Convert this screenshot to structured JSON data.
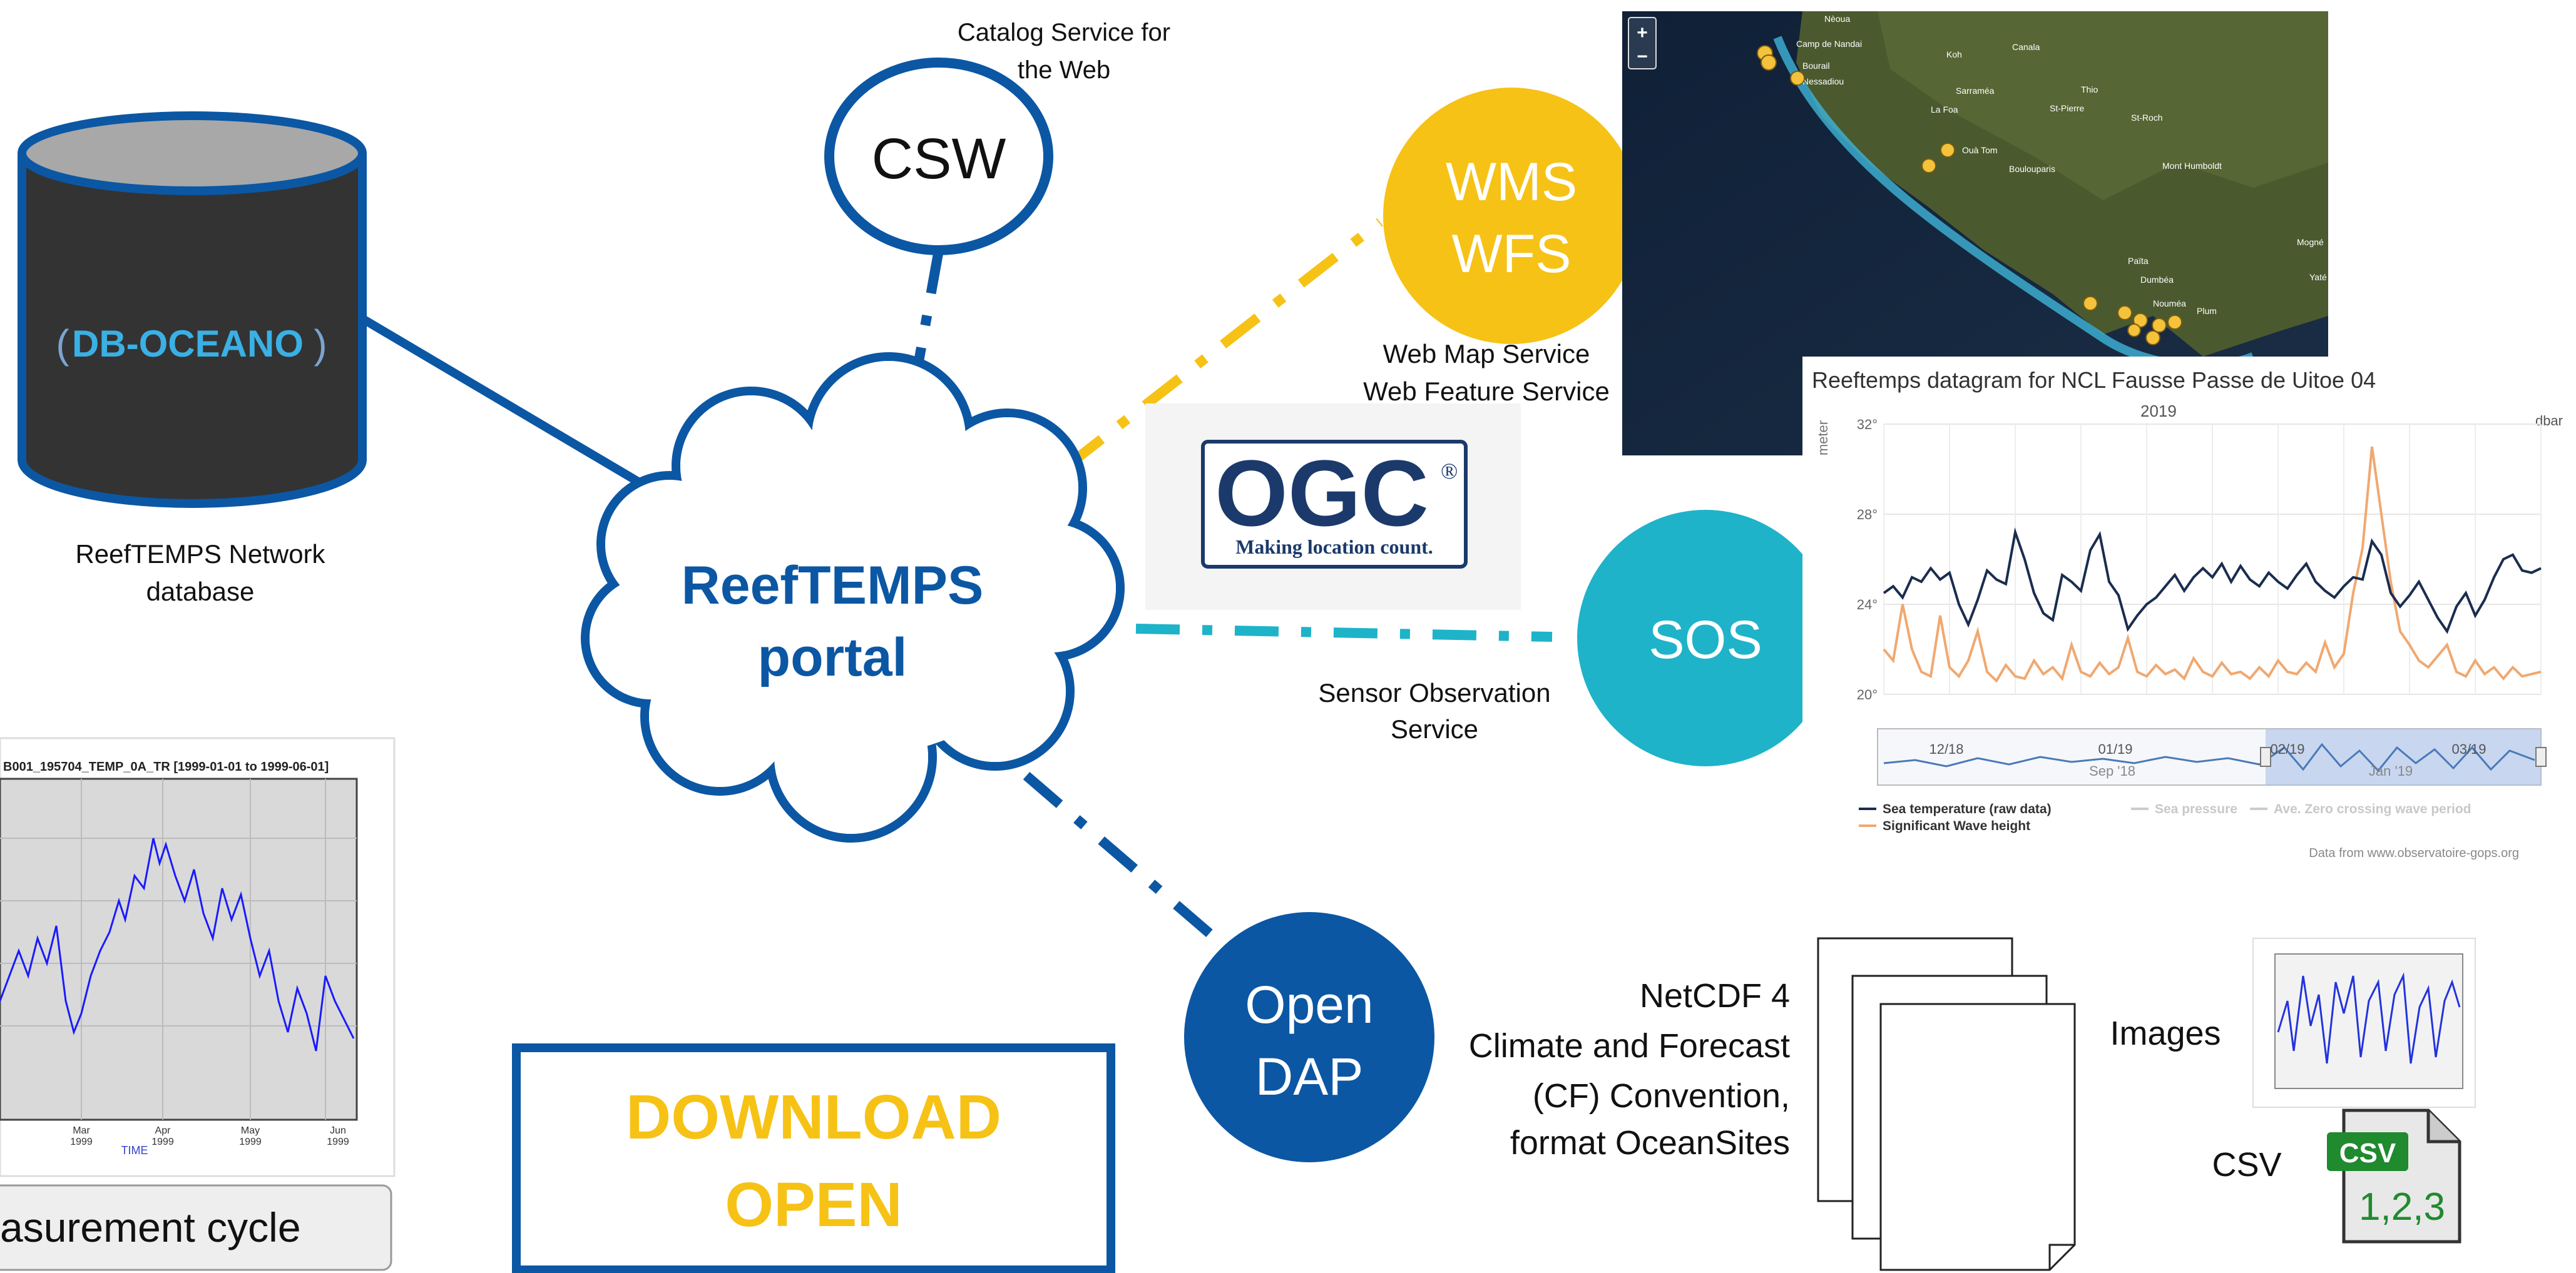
{
  "portal": {
    "line1": "ReefTEMPS",
    "line2": "portal"
  },
  "database": {
    "logo": "DB-OCEANO",
    "caption1": "ReefTEMPS Network",
    "caption2": "database"
  },
  "csw": {
    "label": "CSW",
    "desc1": "Catalog Service for",
    "desc2": "the Web"
  },
  "wms": {
    "line1": "WMS",
    "line2": "WFS",
    "desc1": "Web Map Service",
    "desc2": "Web Feature Service"
  },
  "ogc": {
    "logo": "OGC",
    "tagline": "Making location count."
  },
  "sos": {
    "label": "SOS",
    "desc1": "Sensor Observation",
    "desc2": "Service"
  },
  "opendap": {
    "line1": "Open",
    "line2": "DAP",
    "desc1": "NetCDF 4",
    "desc2": "Climate and Forecast",
    "desc3": "(CF) Convention,",
    "desc4": "format OceanSites"
  },
  "download": {
    "line1": "DOWNLOAD",
    "line2": "OPEN"
  },
  "outputs": {
    "images": "Images",
    "csv": "CSV",
    "csv_badge": "CSV",
    "csv_digits": "1,2,3"
  },
  "left_plot": {
    "title": "B001_195704_TEMP_0A_TR [1999-01-01 to 1999-06-01]",
    "xlabel": "TIME",
    "ticks": [
      "Mar\n1999",
      "Apr\n1999",
      "May\n1999",
      "Jun\n1999"
    ],
    "caption": "asurement cycle"
  },
  "map": {
    "zoom_in": "+",
    "zoom_out": "−",
    "places": [
      {
        "name": "Nèoua"
      },
      {
        "name": "Koh"
      },
      {
        "name": "Canala"
      },
      {
        "name": "Camp de Nandai"
      },
      {
        "name": "Bourail"
      },
      {
        "name": "Nessadiou"
      },
      {
        "name": "Sarraméa"
      },
      {
        "name": "Thio"
      },
      {
        "name": "La Foa"
      },
      {
        "name": "St-Pierre"
      },
      {
        "name": "St-Roch"
      },
      {
        "name": "Ouà Tom"
      },
      {
        "name": "Boulouparis"
      },
      {
        "name": "Mont Humboldt"
      },
      {
        "name": "Mogné"
      },
      {
        "name": "Païta"
      },
      {
        "name": "Dumbéa"
      },
      {
        "name": "Nouméa"
      },
      {
        "name": "Plum"
      },
      {
        "name": "Yaté"
      }
    ]
  },
  "chart_data": {
    "type": "line",
    "title": "Reeftemps datagram for NCL Fausse Passe de Uitoe 04",
    "subtitle": "2019",
    "ylabel": "meter",
    "y_right_label": "dbar",
    "y_ticks": [
      "32°",
      "28°",
      "24°",
      "20°"
    ],
    "ylim": [
      20,
      32
    ],
    "navigator_labels": [
      "12/18",
      "01/19",
      "02/19",
      "Sep '18",
      "Jan '19",
      "03/19"
    ],
    "series": [
      {
        "name": "Sea temperature (raw data)",
        "color": "#1a2d4f",
        "values": [
          24.5,
          24.8,
          24.3,
          25.2,
          25.0,
          25.6,
          25.1,
          25.4,
          24.0,
          23.1,
          24.2,
          25.5,
          25.1,
          24.9,
          27.2,
          26.0,
          24.5,
          23.6,
          23.3,
          25.3,
          25.0,
          24.6,
          26.4,
          27.1,
          25.0,
          24.4,
          22.9,
          23.5,
          24.0,
          24.3,
          24.8,
          25.3,
          24.6,
          25.2,
          25.6,
          25.2,
          25.8,
          25.0,
          25.7,
          25.1,
          24.8,
          25.4,
          25.0,
          24.7,
          25.3,
          25.8,
          25.0,
          24.6,
          24.3,
          24.8,
          25.2,
          25.1,
          26.8,
          26.2,
          24.5,
          23.9,
          24.4,
          25.0,
          24.2,
          23.4,
          22.8,
          23.9,
          24.5,
          23.5,
          24.2,
          25.2,
          26.0,
          26.2,
          25.5,
          25.4,
          25.6
        ]
      },
      {
        "name": "Significant Wave height",
        "color": "#f0a870",
        "values": [
          22.0,
          21.5,
          24.0,
          22.0,
          21.0,
          20.8,
          23.5,
          21.2,
          20.8,
          21.5,
          22.8,
          21.0,
          20.6,
          21.3,
          20.8,
          20.7,
          21.5,
          20.9,
          21.2,
          20.7,
          22.2,
          21.0,
          20.8,
          21.4,
          20.9,
          21.2,
          22.5,
          21.0,
          20.8,
          21.3,
          20.9,
          21.1,
          20.7,
          21.6,
          21.0,
          20.8,
          21.4,
          20.9,
          21.0,
          20.7,
          21.2,
          20.8,
          21.5,
          21.0,
          20.9,
          21.4,
          21.0,
          22.3,
          21.2,
          21.8,
          24.5,
          26.5,
          31.0,
          28.0,
          25.0,
          22.8,
          22.2,
          21.5,
          21.2,
          21.7,
          22.2,
          21.0,
          20.8,
          21.5,
          20.9,
          21.2,
          20.7,
          21.2,
          20.8,
          20.9,
          21.0
        ]
      }
    ],
    "legend": [
      {
        "name": "Sea temperature (raw data)",
        "color": "#1a2d4f",
        "active": true
      },
      {
        "name": "Sea pressure",
        "color": "#cccccc",
        "active": false
      },
      {
        "name": "Ave. Zero crossing wave period",
        "color": "#cccccc",
        "active": false
      },
      {
        "name": "Significant Wave height",
        "color": "#f0a870",
        "active": true
      }
    ],
    "source": "Data from www.observatoire-gops.org"
  }
}
